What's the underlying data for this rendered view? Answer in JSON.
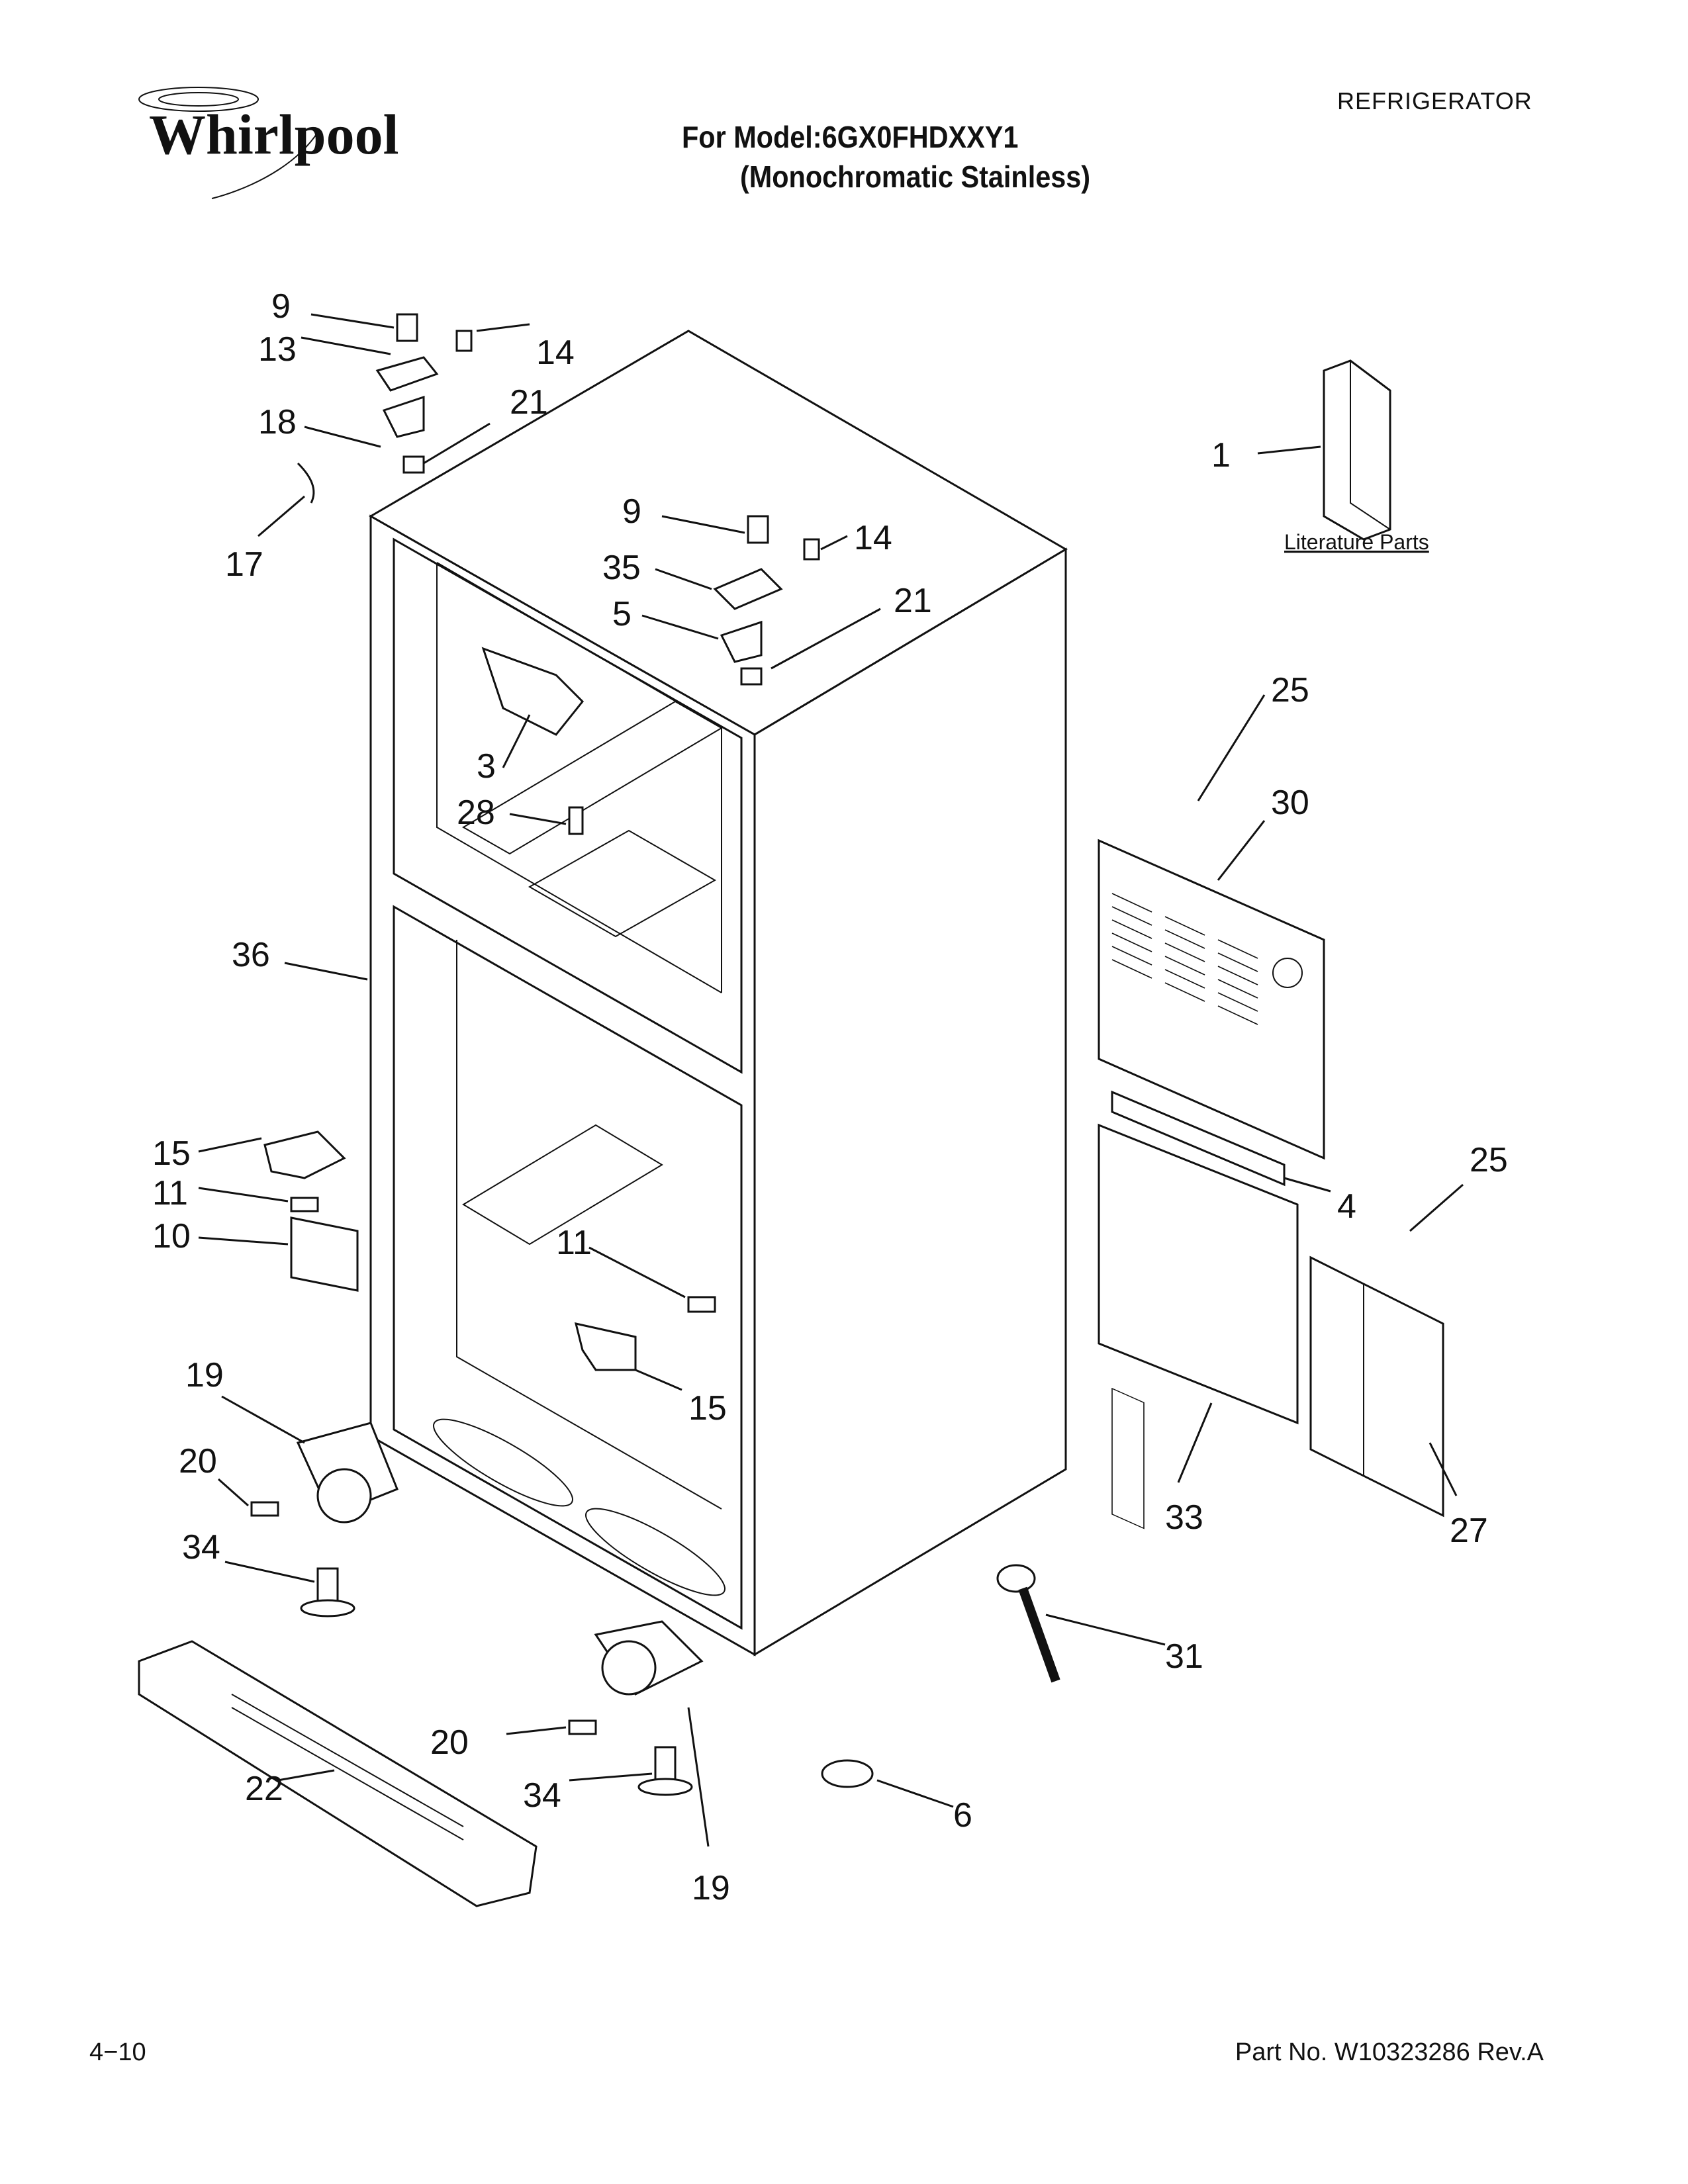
{
  "header": {
    "brand": "Whirlpool",
    "category": "REFRIGERATOR",
    "model_line": "For Model:6GX0FHDXXY1",
    "variant_line": "(Monochromatic Stainless)"
  },
  "literature_label": "Literature Parts",
  "callouts": [
    {
      "id": "c9a",
      "text": "9"
    },
    {
      "id": "c13",
      "text": "13"
    },
    {
      "id": "c14a",
      "text": "14"
    },
    {
      "id": "c18",
      "text": "18"
    },
    {
      "id": "c21a",
      "text": "21"
    },
    {
      "id": "c17",
      "text": "17"
    },
    {
      "id": "c9b",
      "text": "9"
    },
    {
      "id": "c14b",
      "text": "14"
    },
    {
      "id": "c35",
      "text": "35"
    },
    {
      "id": "c21b",
      "text": "21"
    },
    {
      "id": "c5",
      "text": "5"
    },
    {
      "id": "c3",
      "text": "3"
    },
    {
      "id": "c28",
      "text": "28"
    },
    {
      "id": "c36",
      "text": "36"
    },
    {
      "id": "c1",
      "text": "1"
    },
    {
      "id": "c25a",
      "text": "25"
    },
    {
      "id": "c30",
      "text": "30"
    },
    {
      "id": "c4",
      "text": "4"
    },
    {
      "id": "c25b",
      "text": "25"
    },
    {
      "id": "c15a",
      "text": "15"
    },
    {
      "id": "c11a",
      "text": "11"
    },
    {
      "id": "c10",
      "text": "10"
    },
    {
      "id": "c11b",
      "text": "11"
    },
    {
      "id": "c15b",
      "text": "15"
    },
    {
      "id": "c19a",
      "text": "19"
    },
    {
      "id": "c20a",
      "text": "20"
    },
    {
      "id": "c34a",
      "text": "34"
    },
    {
      "id": "c33",
      "text": "33"
    },
    {
      "id": "c27",
      "text": "27"
    },
    {
      "id": "c31",
      "text": "31"
    },
    {
      "id": "c22",
      "text": "22"
    },
    {
      "id": "c20b",
      "text": "20"
    },
    {
      "id": "c34b",
      "text": "34"
    },
    {
      "id": "c6",
      "text": "6"
    },
    {
      "id": "c19b",
      "text": "19"
    }
  ],
  "footer": {
    "page": "4−10",
    "part_number": "Part No. W10323286 Rev.A"
  }
}
